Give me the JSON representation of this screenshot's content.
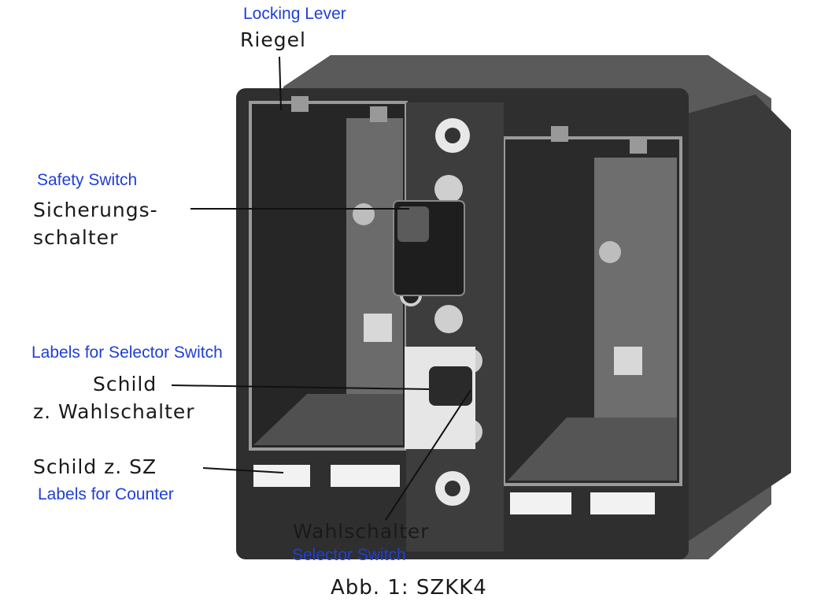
{
  "figure": {
    "caption": "Abb. 1: SZKK4",
    "labels": {
      "locking_lever": {
        "en": "Locking Lever",
        "de": "Riegel"
      },
      "safety_switch": {
        "en": "Safety Switch",
        "de_line1": "Sicherungs-",
        "de_line2": "schalter"
      },
      "selector_labels": {
        "en": "Labels for Selector Switch",
        "de_line1": "Schild",
        "de_line2": "z. Wahlschalter"
      },
      "counter_labels": {
        "en": "Labels for Counter",
        "de": "Schild z. SZ"
      },
      "selector_switch": {
        "en": "Selector Switch",
        "de": "Wahlschalter"
      }
    }
  }
}
